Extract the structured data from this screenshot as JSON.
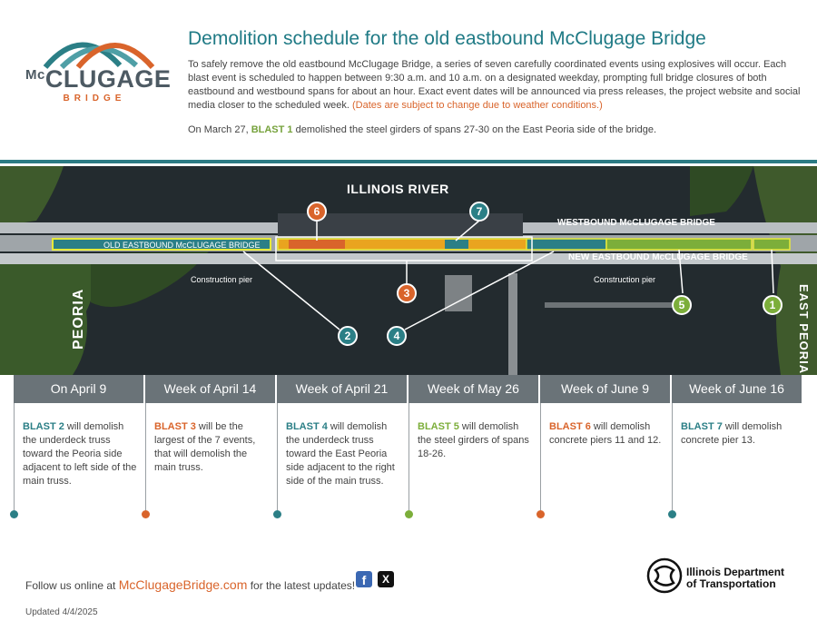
{
  "logo": {
    "mc": "Mc",
    "clugage": "CLUGAGE",
    "bridge": "BRIDGE"
  },
  "header": {
    "title": "Demolition schedule for the old eastbound McClugage Bridge",
    "intro": "To safely remove the old eastbound McClugage Bridge, a series of seven carefully coordinated events using explosives will occur. Each blast event is scheduled to happen between 9:30 a.m. and 10 a.m. on a designated weekday, prompting full bridge closures of both eastbound and westbound spans for about an hour. Exact event dates will be announced via press releases, the project website and social media closer to the scheduled week.",
    "warning": "(Dates are subject to change due to weather conditions.)",
    "blast1_pre": "On March 27,",
    "blast1_label": "BLAST 1",
    "blast1_post": "demolished the steel girders of spans 27-30 on the East Peoria side of the bridge."
  },
  "map": {
    "river": "ILLINOIS RIVER",
    "westbound": "WESTBOUND McCLUGAGE BRIDGE",
    "new_eastbound": "NEW EASTBOUND McCLUGAGE BRIDGE",
    "old_eastbound": "OLD EASTBOUND McCLUGAGE BRIDGE",
    "pier_left": "Construction pier",
    "pier_right": "Construction pier",
    "peoria": "PEORIA",
    "east_peoria": "EAST PEORIA",
    "badges": [
      "1",
      "2",
      "3",
      "4",
      "5",
      "6",
      "7"
    ]
  },
  "schedule": [
    {
      "date": "On April 9",
      "blast": "BLAST 2",
      "text": "will demolish the underdeck truss toward the Peoria side adjacent to left side of the main truss.",
      "color": "#2b7f86"
    },
    {
      "date": "Week of April 14",
      "blast": "BLAST 3",
      "text": "will be the largest of the 7 events, that will demolish the main truss.",
      "color": "#d9642b"
    },
    {
      "date": "Week of April 21",
      "blast": "BLAST 4",
      "text": "will demolish the underdeck truss toward the East Peoria side adjacent to the right side of the main truss.",
      "color": "#2b7f86"
    },
    {
      "date": "Week of May 26",
      "blast": "BLAST 5",
      "text": "will demolish the steel girders of spans 18-26.",
      "color": "#7cae3a"
    },
    {
      "date": "Week of June 9",
      "blast": "BLAST 6",
      "text": "will demolish concrete piers 11 and 12.",
      "color": "#d9642b"
    },
    {
      "date": "Week of June 16",
      "blast": "BLAST 7",
      "text": "will demolish concrete pier 13.",
      "color": "#2b7f86"
    }
  ],
  "footer": {
    "follow_pre": "Follow us online at",
    "site": "McClugageBridge.com",
    "follow_post": "for the latest updates!",
    "facebook": "f",
    "x": "X",
    "updated": "Updated 4/4/2025",
    "idot_line1": "Illinois Department",
    "idot_line2": "of Transportation"
  },
  "icons": {
    "facebook": "facebook-icon",
    "x": "x-icon",
    "idot": "idot-logo-icon"
  }
}
